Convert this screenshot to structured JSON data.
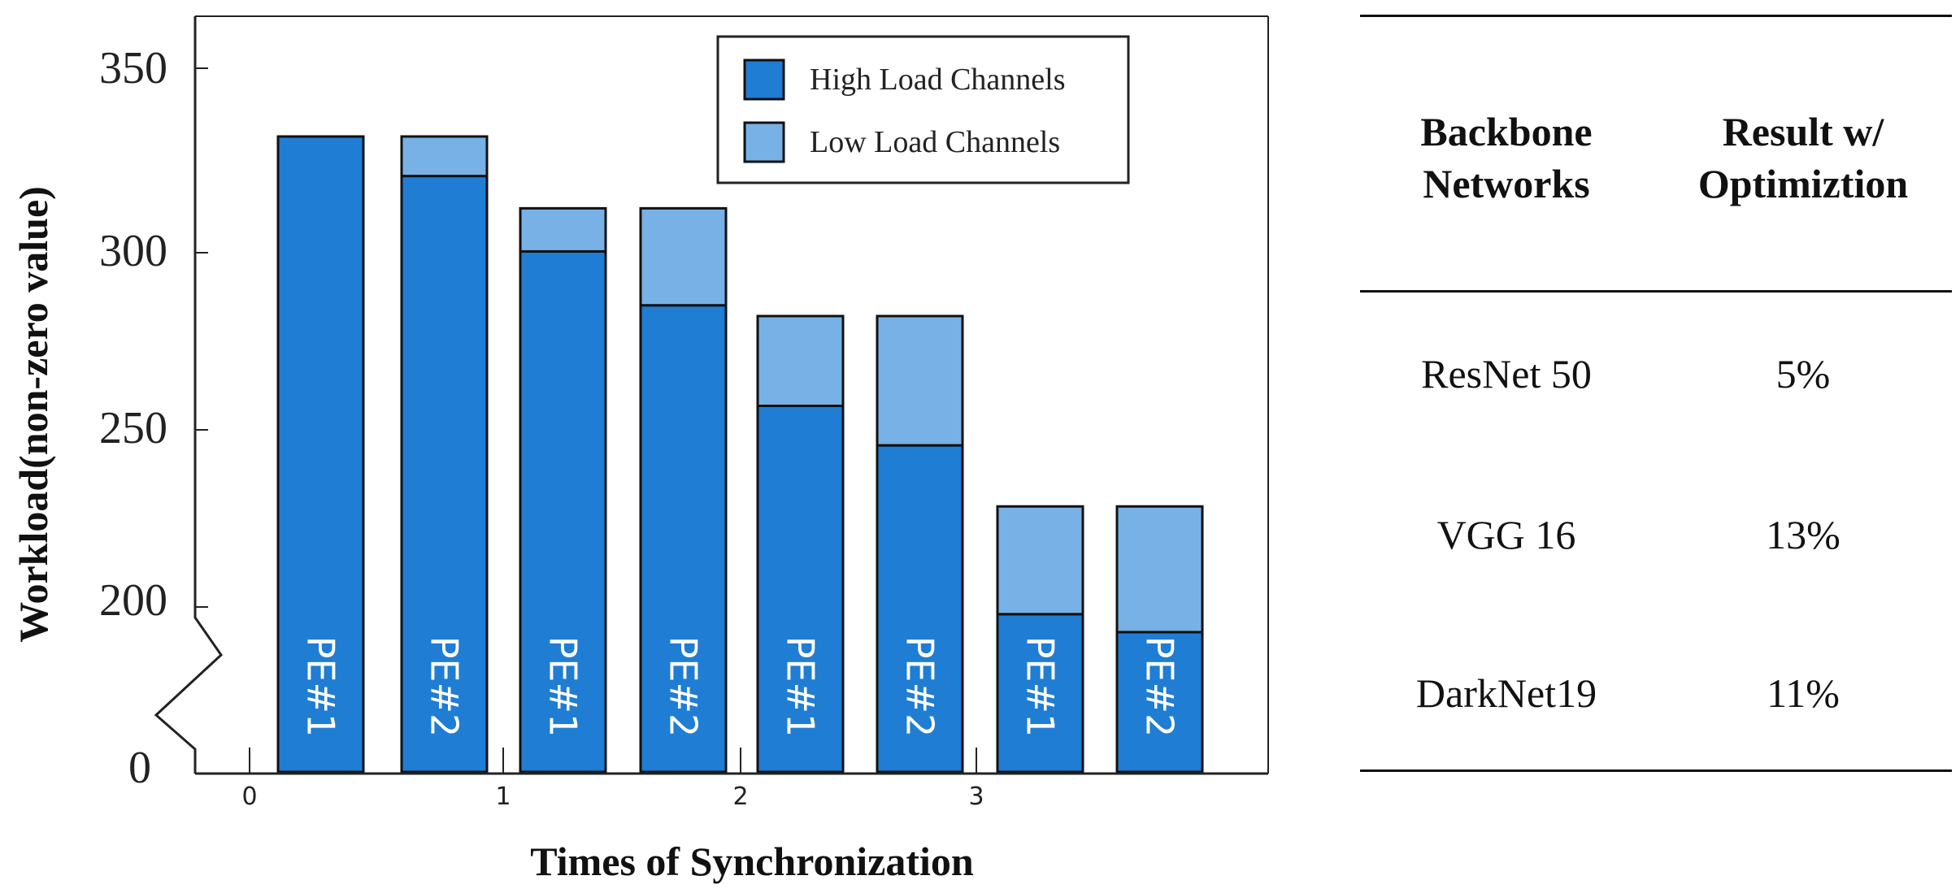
{
  "chart_data": {
    "type": "bar",
    "stacked": true,
    "xlabel": "Times of Synchronization",
    "ylabel": "Workload(non-zero value)",
    "x_ticks": [
      "0",
      "1",
      "2",
      "3"
    ],
    "y_ticks": [
      "0",
      "200",
      "250",
      "300",
      "350"
    ],
    "ylim": [
      0,
      350
    ],
    "axis_break": true,
    "grid": false,
    "legend_position": "top-right",
    "categories": [
      "PE#1",
      "PE#2",
      "PE#1",
      "PE#2",
      "PE#1",
      "PE#2",
      "PE#1",
      "PE#2"
    ],
    "series": [
      {
        "name": "High Load Channels",
        "color": "#1f7dd4",
        "values": [
          331,
          320,
          299,
          284,
          256,
          245,
          198,
          193
        ]
      },
      {
        "name": "Low Load Channels",
        "color": "#78b1e5",
        "values": [
          0,
          11,
          12,
          27,
          25,
          36,
          30,
          35
        ]
      }
    ]
  },
  "table": {
    "headers": [
      {
        "line1": "Backbone",
        "line2": "Networks"
      },
      {
        "line1": "Result w/",
        "line2": "Optimiztion"
      }
    ],
    "rows": [
      {
        "network": "ResNet 50",
        "result": "5%"
      },
      {
        "network": "VGG 16",
        "result": "13%"
      },
      {
        "network": "DarkNet19",
        "result": "11%"
      }
    ]
  }
}
